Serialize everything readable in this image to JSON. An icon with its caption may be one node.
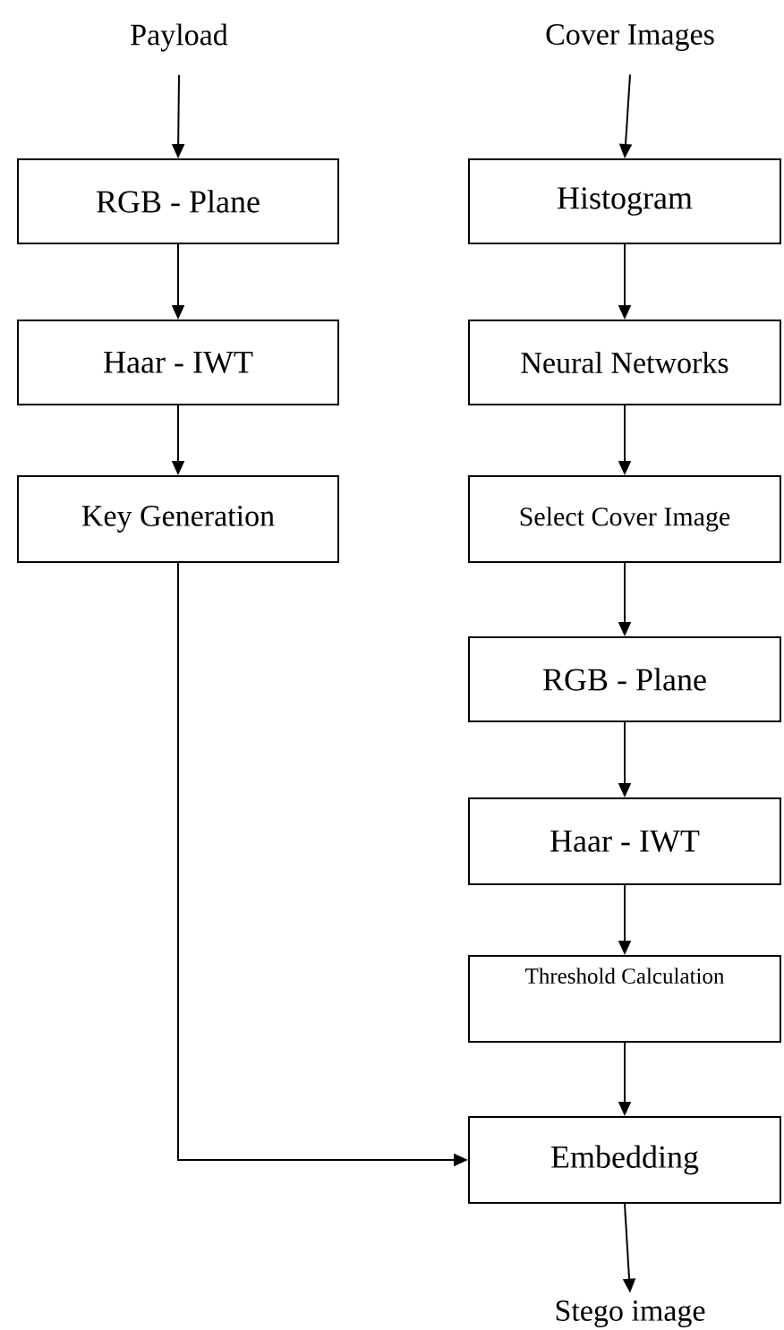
{
  "diagram": {
    "nodes": [
      {
        "text": [
          "Payload"
        ]
      },
      {
        "text": [
          "RGB - Plane"
        ]
      },
      {
        "text": [
          "Haar - IWT"
        ]
      },
      {
        "text": [
          "Key Generation"
        ]
      },
      {
        "text": [
          "Cover Images"
        ]
      },
      {
        "text": [
          "Histogram"
        ]
      },
      {
        "text": [
          "Neural Networks"
        ]
      },
      {
        "text": [
          "Select Cover Image"
        ]
      },
      {
        "text": [
          "RGB - Plane"
        ]
      },
      {
        "text": [
          "Haar - IWT"
        ]
      },
      {
        "text": [
          "Threshold Calculation"
        ]
      },
      {
        "text": [
          "Embedding"
        ]
      },
      {
        "text": [
          "Stego image"
        ]
      }
    ],
    "edges": [
      {
        "from": 0,
        "to": 1,
        "arrow": "to"
      },
      {
        "from": 1,
        "to": 2,
        "arrow": "to"
      },
      {
        "from": 2,
        "to": 3,
        "arrow": "to"
      },
      {
        "from": 4,
        "to": 5,
        "arrow": "to"
      },
      {
        "from": 5,
        "to": 6,
        "arrow": "to"
      },
      {
        "from": 6,
        "to": 7,
        "arrow": "to"
      },
      {
        "from": 7,
        "to": 8,
        "arrow": "to"
      },
      {
        "from": 8,
        "to": 9,
        "arrow": "to"
      },
      {
        "from": 9,
        "to": 10,
        "arrow": "to"
      },
      {
        "from": 10,
        "to": 11,
        "arrow": "to"
      },
      {
        "from": 3,
        "to": 11,
        "arrow": "to"
      },
      {
        "from": 11,
        "to": 12,
        "arrow": "to"
      }
    ]
  }
}
